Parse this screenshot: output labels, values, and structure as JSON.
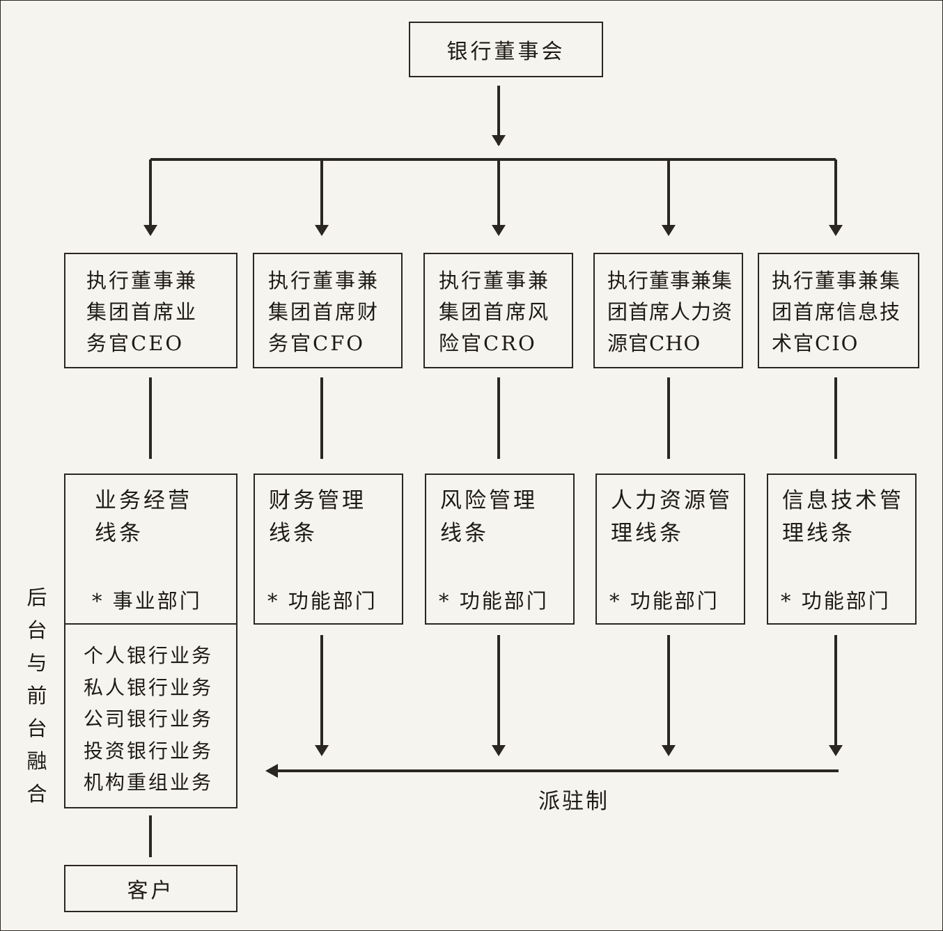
{
  "board": {
    "label": "银行董事会"
  },
  "executives": [
    {
      "lines": [
        "执行董事兼",
        "集团首席业",
        "务官CEO"
      ]
    },
    {
      "lines": [
        "执行董事兼",
        "集团首席财",
        "务官CFO"
      ]
    },
    {
      "lines": [
        "执行董事兼",
        "集团首席风",
        "险官CRO"
      ]
    },
    {
      "lines": [
        "执行董事兼集",
        "团首席人力资",
        "源官CHO"
      ]
    },
    {
      "lines": [
        "执行董事兼集",
        "团首席信息技",
        "术官CIO"
      ]
    }
  ],
  "management_lines": [
    {
      "title": [
        "业务经营",
        "线条"
      ],
      "dept": "* 事业部门"
    },
    {
      "title": [
        "财务管理",
        "线条"
      ],
      "dept": "* 功能部门"
    },
    {
      "title": [
        "风险管理",
        "线条"
      ],
      "dept": "* 功能部门"
    },
    {
      "title": [
        "人力资源管",
        "理线条"
      ],
      "dept": "* 功能部门"
    },
    {
      "title": [
        "信息技术管",
        "理线条"
      ],
      "dept": "* 功能部门"
    }
  ],
  "business_units": [
    "个人银行业务",
    "私人银行业务",
    "公司银行业务",
    "投资银行业务",
    "机构重组业务"
  ],
  "side_label": [
    "后",
    "台",
    "与",
    "前",
    "台",
    "融",
    "合"
  ],
  "dispatch_label": "派驻制",
  "customer": {
    "label": "客户"
  }
}
